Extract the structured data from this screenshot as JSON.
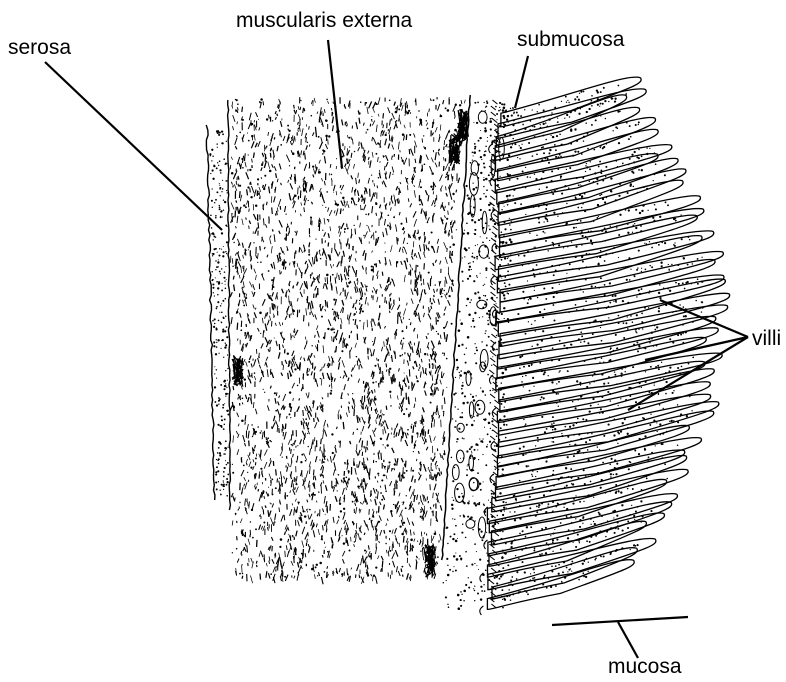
{
  "diagram": {
    "labels": {
      "serosa": "serosa",
      "muscularis_externa": "muscularis externa",
      "submucosa": "submucosa",
      "villi": "villi",
      "mucosa": "mucosa"
    },
    "colors": {
      "ink": "#000000",
      "background": "#ffffff"
    }
  }
}
